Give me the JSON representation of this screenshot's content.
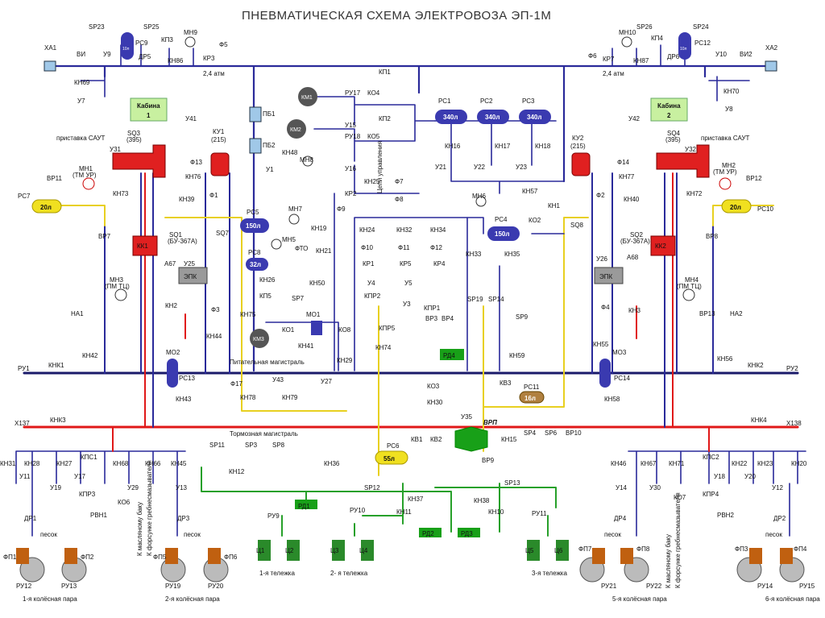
{
  "title": "ПНЕВМАТИЧЕСКАЯ СХЕМА ЭЛЕКТРОВОЗА ЭП-1М",
  "colors": {
    "main_line": "#2a2a9a",
    "feed_line": "#1a1a6a",
    "brake_line": "#e01818",
    "sand_line": "#27a02a",
    "yellow_line": "#e8d020",
    "equipment_red": "#e02020",
    "reservoir_blue": "#3a3ab0",
    "equipment_gray": "#9a9a9a",
    "cabin_box": "#c8f0a0",
    "valve_yellow": "#f0e020",
    "rd_green": "#18a018"
  },
  "cabins": [
    {
      "name": "Кабина",
      "number": "1"
    },
    {
      "name": "Кабина",
      "number": "2"
    }
  ],
  "magistrals": {
    "feed": "Питательная магистраль",
    "brake": "Тормозная магистраль"
  },
  "reservoirs": {
    "rc1": {
      "label": "РС1",
      "volume": "340л"
    },
    "rc2": {
      "label": "РС2",
      "volume": "340л"
    },
    "rc3": {
      "label": "РС3",
      "volume": "340л"
    },
    "rc4": {
      "label": "РС4",
      "volume": "150л"
    },
    "rc5": {
      "label": "РС5",
      "volume": "150л"
    },
    "rc6": {
      "label": "РС6",
      "volume": "55л"
    },
    "rc7": {
      "label": "РС7",
      "volume": "20л"
    },
    "rc8": {
      "label": "РС8",
      "volume": "32л"
    },
    "rc10": {
      "label": "РС10",
      "volume": "20л"
    },
    "rc11": {
      "label": "РС11",
      "volume": "16л"
    },
    "rc9": {
      "label": "РС9",
      "volume": "10л"
    },
    "rc12": {
      "label": "РС12",
      "volume": "10л"
    }
  },
  "compressors": [
    "КМ1",
    "КМ2",
    "КМ3"
  ],
  "bogies": [
    "1-я тележка",
    "2- я тележка",
    "3-я тележка"
  ],
  "wheelsets": [
    "1-я колёсная пара",
    "2-я колёсная пара",
    "5-я колёсная пара",
    "6-я колёсная пара"
  ],
  "side_text": {
    "oil": "К масляному баку",
    "nozzle": "К форсунке гребнесмазывателя",
    "sand": "песок",
    "saut": "приставка САУТ",
    "upravl": "Цепи управления",
    "vrp": "ВРП"
  },
  "labels": [
    {
      "id": "xa1",
      "t": "ХА1"
    },
    {
      "id": "vi1",
      "t": "ВИ"
    },
    {
      "id": "u9",
      "t": "У9"
    },
    {
      "id": "sp23",
      "t": "SP23"
    },
    {
      "id": "sp25",
      "t": "SP25"
    },
    {
      "id": "rc9l",
      "t": "РС9"
    },
    {
      "id": "kp3",
      "t": "КП3"
    },
    {
      "id": "mn9",
      "t": "МН9"
    },
    {
      "id": "dr5",
      "t": "ДР5"
    },
    {
      "id": "kn86",
      "t": "КН86"
    },
    {
      "id": "kr3",
      "t": "КР3"
    },
    {
      "id": "f5",
      "t": "Ф5"
    },
    {
      "id": "p24a",
      "t": "2,4 атм"
    },
    {
      "id": "kn69",
      "t": "КН69"
    },
    {
      "id": "u7",
      "t": "У7"
    },
    {
      "id": "xa2",
      "t": "ХА2"
    },
    {
      "id": "vi2",
      "t": "ВИ2"
    },
    {
      "id": "u10",
      "t": "У10"
    },
    {
      "id": "sp26",
      "t": "SP26"
    },
    {
      "id": "sp24",
      "t": "SP24"
    },
    {
      "id": "mn10",
      "t": "МН10"
    },
    {
      "id": "kp4",
      "t": "КП4"
    },
    {
      "id": "rc12l",
      "t": "РС12"
    },
    {
      "id": "f6",
      "t": "Ф6"
    },
    {
      "id": "kr7",
      "t": "КР7"
    },
    {
      "id": "kn87",
      "t": "КН87"
    },
    {
      "id": "dr6",
      "t": "ДР6"
    },
    {
      "id": "p24b",
      "t": "2,4 атм"
    },
    {
      "id": "kn70",
      "t": "КН70"
    },
    {
      "id": "u8",
      "t": "У8"
    },
    {
      "id": "sq3",
      "t": "SQ3"
    },
    {
      "id": "sq3n",
      "t": "(395)"
    },
    {
      "id": "u31",
      "t": "У31"
    },
    {
      "id": "u41",
      "t": "У41"
    },
    {
      "id": "ku1",
      "t": "КУ1"
    },
    {
      "id": "ku1n",
      "t": "(215)"
    },
    {
      "id": "f13",
      "t": "Ф13"
    },
    {
      "id": "kn76",
      "t": "КН76"
    },
    {
      "id": "kn73",
      "t": "КН73"
    },
    {
      "id": "mn1",
      "t": "МН1"
    },
    {
      "id": "mn1n",
      "t": "(ТМ УР)"
    },
    {
      "id": "vr11",
      "t": "ВР11"
    },
    {
      "id": "kn39",
      "t": "КН39"
    },
    {
      "id": "f1",
      "t": "Ф1"
    },
    {
      "id": "vr7",
      "t": "ВР7"
    },
    {
      "id": "kk1",
      "t": "КК1"
    },
    {
      "id": "sq1",
      "t": "SQ1"
    },
    {
      "id": "sq1n",
      "t": "(БУ-367А)"
    },
    {
      "id": "sq7",
      "t": "SQ7"
    },
    {
      "id": "a67",
      "t": "А67"
    },
    {
      "id": "u25",
      "t": "У25"
    },
    {
      "id": "epk1",
      "t": "ЭПК"
    },
    {
      "id": "kn2",
      "t": "КН2"
    },
    {
      "id": "f3",
      "t": "Ф3"
    },
    {
      "id": "kn44",
      "t": "КН44"
    },
    {
      "id": "mn3",
      "t": "МН3"
    },
    {
      "id": "mn3n",
      "t": "(ПМ ТЦ)"
    },
    {
      "id": "na1",
      "t": "НА1"
    },
    {
      "id": "kn42",
      "t": "КН42"
    },
    {
      "id": "ru1",
      "t": "РУ1"
    },
    {
      "id": "knk1",
      "t": "КНК1"
    },
    {
      "id": "mo2",
      "t": "МО2"
    },
    {
      "id": "rc13",
      "t": "РС13"
    },
    {
      "id": "kn43",
      "t": "КН43"
    },
    {
      "id": "x137",
      "t": "Х137"
    },
    {
      "id": "knk3",
      "t": "КНК3"
    },
    {
      "id": "pb1",
      "t": "ПБ1"
    },
    {
      "id": "pb2",
      "t": "ПБ2"
    },
    {
      "id": "u1",
      "t": "У1"
    },
    {
      "id": "kn48",
      "t": "КН48"
    },
    {
      "id": "mn8",
      "t": "МН8"
    },
    {
      "id": "ru17",
      "t": "РУ17"
    },
    {
      "id": "ko4",
      "t": "КО4"
    },
    {
      "id": "kp1",
      "t": "КП1"
    },
    {
      "id": "u15",
      "t": "У15"
    },
    {
      "id": "kp2",
      "t": "КП2"
    },
    {
      "id": "ru18",
      "t": "РУ18"
    },
    {
      "id": "ko5",
      "t": "КО5"
    },
    {
      "id": "u16",
      "t": "У16"
    },
    {
      "id": "kn25",
      "t": "КН25"
    },
    {
      "id": "f7",
      "t": "Ф7"
    },
    {
      "id": "f8",
      "t": "Ф8"
    },
    {
      "id": "kr2",
      "t": "КР2"
    },
    {
      "id": "f9",
      "t": "Ф9"
    },
    {
      "id": "kn19",
      "t": "КН19"
    },
    {
      "id": "mn7",
      "t": "МН7"
    },
    {
      "id": "mn5",
      "t": "МН5"
    },
    {
      "id": "fto",
      "t": "ФТО"
    },
    {
      "id": "kn21",
      "t": "КН21"
    },
    {
      "id": "kn26",
      "t": "КН26"
    },
    {
      "id": "kn50",
      "t": "КН50"
    },
    {
      "id": "kp5a",
      "t": "КП5"
    },
    {
      "id": "sp7",
      "t": "SP7"
    },
    {
      "id": "kn75",
      "t": "КН75"
    },
    {
      "id": "ko1",
      "t": "КО1"
    },
    {
      "id": "mo1",
      "t": "МО1"
    },
    {
      "id": "kn41",
      "t": "КН41"
    },
    {
      "id": "ko8",
      "t": "КО8"
    },
    {
      "id": "kn29",
      "t": "КН29"
    },
    {
      "id": "f17",
      "t": "Ф17"
    },
    {
      "id": "u43",
      "t": "У43"
    },
    {
      "id": "u27",
      "t": "У27"
    },
    {
      "id": "kn78",
      "t": "КН78"
    },
    {
      "id": "kn79",
      "t": "КН79"
    },
    {
      "id": "kn16",
      "t": "КН16"
    },
    {
      "id": "kn17",
      "t": "КН17"
    },
    {
      "id": "kn18",
      "t": "КН18"
    },
    {
      "id": "u21",
      "t": "У21"
    },
    {
      "id": "u22",
      "t": "У22"
    },
    {
      "id": "u23",
      "t": "У23"
    },
    {
      "id": "kn57",
      "t": "КН57"
    },
    {
      "id": "kn1",
      "t": "КН1"
    },
    {
      "id": "mn6",
      "t": "МН6"
    },
    {
      "id": "ko2",
      "t": "КО2"
    },
    {
      "id": "kn35",
      "t": "КН35"
    },
    {
      "id": "kn33",
      "t": "КН33"
    },
    {
      "id": "kn24",
      "t": "КН24"
    },
    {
      "id": "kn32",
      "t": "КН32"
    },
    {
      "id": "kn34",
      "t": "КН34"
    },
    {
      "id": "f10",
      "t": "Ф10"
    },
    {
      "id": "f11",
      "t": "Ф11"
    },
    {
      "id": "f12",
      "t": "Ф12"
    },
    {
      "id": "kr1",
      "t": "КР1"
    },
    {
      "id": "kr5",
      "t": "КР5"
    },
    {
      "id": "kr4",
      "t": "КР4"
    },
    {
      "id": "u4",
      "t": "У4"
    },
    {
      "id": "u5",
      "t": "У5"
    },
    {
      "id": "kpr2",
      "t": "КПР2"
    },
    {
      "id": "u3",
      "t": "У3"
    },
    {
      "id": "kpr1",
      "t": "КПР1"
    },
    {
      "id": "vr3",
      "t": "ВР3"
    },
    {
      "id": "vr4",
      "t": "ВР4"
    },
    {
      "id": "sp19",
      "t": "SP19"
    },
    {
      "id": "sp14",
      "t": "SP14"
    },
    {
      "id": "sp9",
      "t": "SP9"
    },
    {
      "id": "kpr5",
      "t": "КПР5"
    },
    {
      "id": "rd4",
      "t": "РД4"
    },
    {
      "id": "kn74",
      "t": "КН74"
    },
    {
      "id": "kn59",
      "t": "КН59"
    },
    {
      "id": "ko3",
      "t": "КО3"
    },
    {
      "id": "kn30",
      "t": "КН30"
    },
    {
      "id": "kv3",
      "t": "КВ3"
    },
    {
      "id": "rc11l",
      "t": "РС11"
    },
    {
      "id": "ku2",
      "t": "КУ2"
    },
    {
      "id": "ku2n",
      "t": "(215)"
    },
    {
      "id": "u42",
      "t": "У42"
    },
    {
      "id": "sq4",
      "t": "SQ4"
    },
    {
      "id": "sq4n",
      "t": "(395)"
    },
    {
      "id": "u32",
      "t": "У32"
    },
    {
      "id": "f14",
      "t": "Ф14"
    },
    {
      "id": "kn77",
      "t": "КН77"
    },
    {
      "id": "kn72",
      "t": "КН72"
    },
    {
      "id": "mn2",
      "t": "МН2"
    },
    {
      "id": "mn2n",
      "t": "(ТМ УР)"
    },
    {
      "id": "vr12",
      "t": "ВР12"
    },
    {
      "id": "f2",
      "t": "Ф2"
    },
    {
      "id": "kn40",
      "t": "КН40"
    },
    {
      "id": "vr8",
      "t": "ВР8"
    },
    {
      "id": "sq8",
      "t": "SQ8"
    },
    {
      "id": "sq2",
      "t": "SQ2"
    },
    {
      "id": "sq2n",
      "t": "(БУ-367А)"
    },
    {
      "id": "kk2",
      "t": "КК2"
    },
    {
      "id": "u26",
      "t": "У26"
    },
    {
      "id": "a68",
      "t": "А68"
    },
    {
      "id": "epk2",
      "t": "ЭПК"
    },
    {
      "id": "kn3",
      "t": "КН3"
    },
    {
      "id": "f4",
      "t": "Ф4"
    },
    {
      "id": "kn55",
      "t": "КН55"
    },
    {
      "id": "mn4",
      "t": "МН4"
    },
    {
      "id": "mn4n",
      "t": "(ПМ ТЦ)"
    },
    {
      "id": "vr13",
      "t": "ВР13"
    },
    {
      "id": "na2",
      "t": "НА2"
    },
    {
      "id": "kn56",
      "t": "КН56"
    },
    {
      "id": "knk2",
      "t": "КНК2"
    },
    {
      "id": "ru2",
      "t": "РУ2"
    },
    {
      "id": "mo3",
      "t": "МО3"
    },
    {
      "id": "rc14",
      "t": "РС14"
    },
    {
      "id": "kn58",
      "t": "КН58"
    },
    {
      "id": "x138",
      "t": "Х138"
    },
    {
      "id": "knk4",
      "t": "КНК4"
    },
    {
      "id": "u35",
      "t": "У35"
    },
    {
      "id": "kv1",
      "t": "КВ1"
    },
    {
      "id": "kv2",
      "t": "КВ2"
    },
    {
      "id": "kn15",
      "t": "КН15"
    },
    {
      "id": "sp4",
      "t": "SP4"
    },
    {
      "id": "sp6",
      "t": "SP6"
    },
    {
      "id": "vr10",
      "t": "ВР10"
    },
    {
      "id": "vr9",
      "t": "ВР9"
    },
    {
      "id": "sp11",
      "t": "SP11"
    },
    {
      "id": "sp3",
      "t": "SP3"
    },
    {
      "id": "sp8",
      "t": "SP8"
    },
    {
      "id": "kn12",
      "t": "КН12"
    },
    {
      "id": "kn36",
      "t": "КН36"
    },
    {
      "id": "rd1",
      "t": "РД1"
    },
    {
      "id": "sp12",
      "t": "SP12"
    },
    {
      "id": "ru10",
      "t": "РУ10"
    },
    {
      "id": "kn11",
      "t": "КН11"
    },
    {
      "id": "kn37",
      "t": "КН37"
    },
    {
      "id": "rd2",
      "t": "РД2"
    },
    {
      "id": "rd3",
      "t": "РД3"
    },
    {
      "id": "kn38",
      "t": "КН38"
    },
    {
      "id": "sp13",
      "t": "SP13"
    },
    {
      "id": "kn10",
      "t": "КН10"
    },
    {
      "id": "ru11",
      "t": "РУ11"
    },
    {
      "id": "ru9",
      "t": "РУ9"
    },
    {
      "id": "c1",
      "t": "Ц1"
    },
    {
      "id": "c2",
      "t": "Ц2"
    },
    {
      "id": "c3",
      "t": "Ц3"
    },
    {
      "id": "c4",
      "t": "Ц4"
    },
    {
      "id": "c5",
      "t": "Ц5"
    },
    {
      "id": "c6",
      "t": "Ц6"
    },
    {
      "id": "kn31",
      "t": "КН31"
    },
    {
      "id": "kn28",
      "t": "КН28"
    },
    {
      "id": "kn27",
      "t": "КН27"
    },
    {
      "id": "kpc1",
      "t": "КПС1"
    },
    {
      "id": "kn68",
      "t": "КН68"
    },
    {
      "id": "kn66",
      "t": "КН66"
    },
    {
      "id": "kn45",
      "t": "КН45"
    },
    {
      "id": "u11",
      "t": "У11"
    },
    {
      "id": "u19",
      "t": "У19"
    },
    {
      "id": "u17",
      "t": "У17"
    },
    {
      "id": "kpr3",
      "t": "КПР3"
    },
    {
      "id": "rvn1",
      "t": "РВН1"
    },
    {
      "id": "u29",
      "t": "У29"
    },
    {
      "id": "ko6",
      "t": "КО6"
    },
    {
      "id": "u13",
      "t": "У13"
    },
    {
      "id": "dr1",
      "t": "ДР1"
    },
    {
      "id": "dr3",
      "t": "ДР3"
    },
    {
      "id": "fp1",
      "t": "ФП1"
    },
    {
      "id": "fp2",
      "t": "ФП2"
    },
    {
      "id": "fp5",
      "t": "ФП5"
    },
    {
      "id": "fp6",
      "t": "ФП6"
    },
    {
      "id": "ru12",
      "t": "РУ12"
    },
    {
      "id": "ru13",
      "t": "РУ13"
    },
    {
      "id": "ru19",
      "t": "РУ19"
    },
    {
      "id": "ru20",
      "t": "РУ20"
    },
    {
      "id": "kn46",
      "t": "КН46"
    },
    {
      "id": "kn67",
      "t": "КН67"
    },
    {
      "id": "kn71",
      "t": "КН71"
    },
    {
      "id": "kpc2",
      "t": "КПС2"
    },
    {
      "id": "kn22",
      "t": "КН22"
    },
    {
      "id": "kn23",
      "t": "КН23"
    },
    {
      "id": "kn20",
      "t": "КН20"
    },
    {
      "id": "u14",
      "t": "У14"
    },
    {
      "id": "u30",
      "t": "У30"
    },
    {
      "id": "ko7",
      "t": "КО7"
    },
    {
      "id": "kpr4",
      "t": "КПР4"
    },
    {
      "id": "rvn2",
      "t": "РВН2"
    },
    {
      "id": "u18",
      "t": "У18"
    },
    {
      "id": "u20",
      "t": "У20"
    },
    {
      "id": "u12",
      "t": "У12"
    },
    {
      "id": "dr4",
      "t": "ДР4"
    },
    {
      "id": "dr2",
      "t": "ДР2"
    },
    {
      "id": "fp7",
      "t": "ФП7"
    },
    {
      "id": "fp8",
      "t": "ФП8"
    },
    {
      "id": "fp3",
      "t": "ФП3"
    },
    {
      "id": "fp4",
      "t": "ФП4"
    },
    {
      "id": "ru21",
      "t": "РУ21"
    },
    {
      "id": "ru22",
      "t": "РУ22"
    },
    {
      "id": "ru14",
      "t": "РУ14"
    },
    {
      "id": "ru15",
      "t": "РУ15"
    }
  ]
}
